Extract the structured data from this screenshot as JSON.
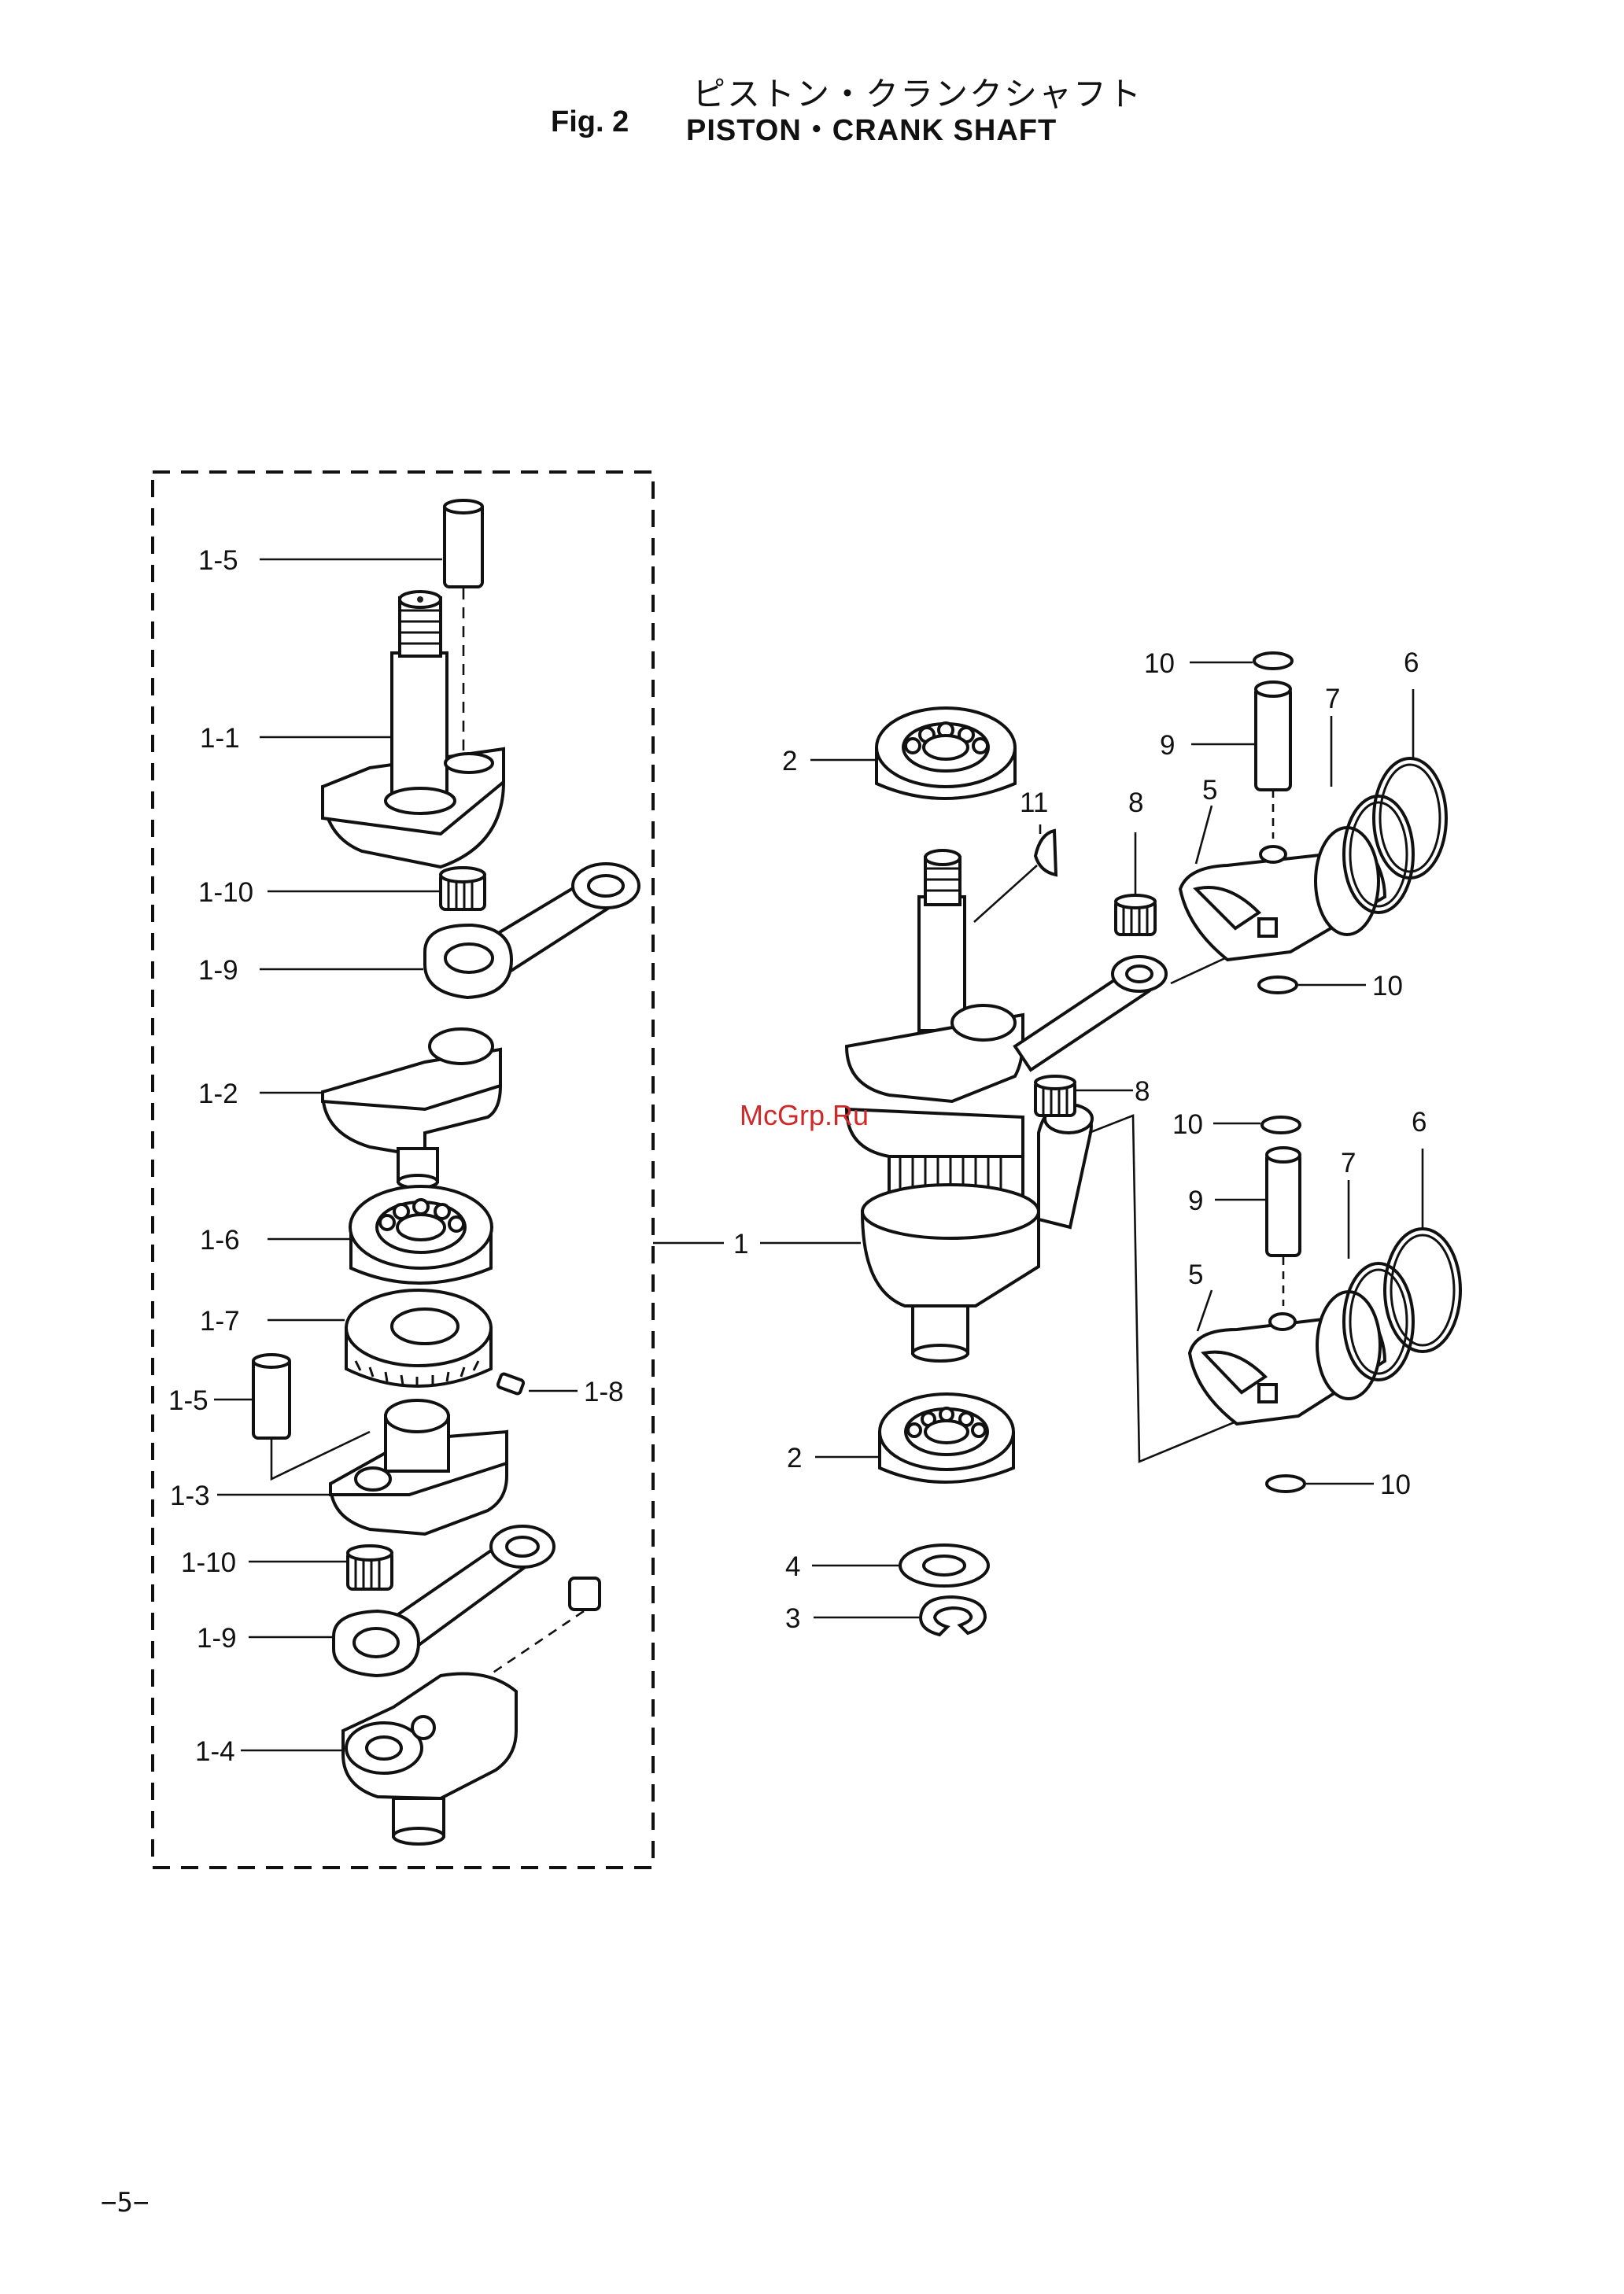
{
  "header": {
    "title_jp": "ピストン・クランクシャフト",
    "fig_no": "Fig. 2",
    "title_en": "PISTON・CRANK SHAFT"
  },
  "labels": {
    "l_1_5a": "1-5",
    "l_1_1": "1-1",
    "l_1_10a": "1-10",
    "l_1_9a": "1-9",
    "l_1_2": "1-2",
    "l_1_6": "1-6",
    "l_1_7": "1-7",
    "l_1_5b": "1-5",
    "l_1_8": "1-8",
    "l_1_3": "1-3",
    "l_1_10b": "1-10",
    "l_1_9b": "1-9",
    "l_1_4": "1-4",
    "l_1": "1",
    "l_2a": "2",
    "l_2b": "2",
    "l_3": "3",
    "l_4": "4",
    "l_5a": "5",
    "l_5b": "5",
    "l_6a": "6",
    "l_6b": "6",
    "l_7a": "7",
    "l_7b": "7",
    "l_8a": "8",
    "l_8b": "8",
    "l_9a": "9",
    "l_9b": "9",
    "l_10a": "10",
    "l_10b": "10",
    "l_10c": "10",
    "l_10d": "10",
    "l_11": "11"
  },
  "watermark": "McGrp.Ru",
  "page_number": "−5−"
}
